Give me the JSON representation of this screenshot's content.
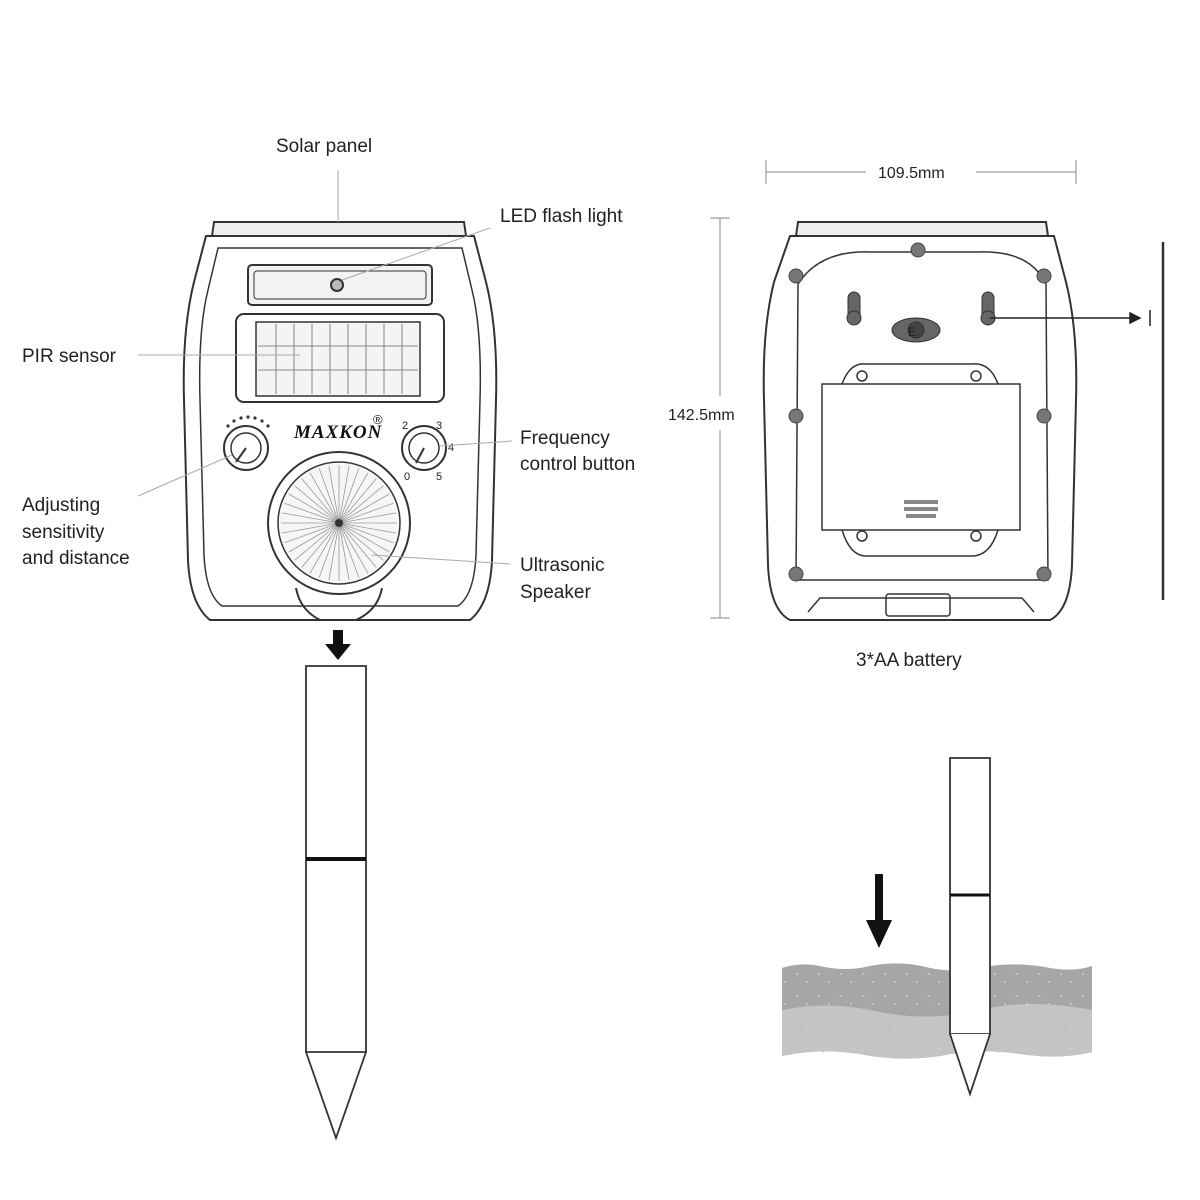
{
  "labels": {
    "solar_panel": "Solar panel",
    "led_flash_light": "LED flash light",
    "pir_sensor": "PIR sensor",
    "frequency_line1": "Frequency",
    "frequency_line2": "control button",
    "adjusting_line1": "Adjusting",
    "adjusting_line2": "sensitivity",
    "adjusting_line3": "and distance",
    "ultrasonic_line1": "Ultrasonic",
    "ultrasonic_line2": "Speaker",
    "battery": "3*AA battery"
  },
  "dimensions": {
    "width": "109.5mm",
    "height": "142.5mm"
  },
  "brand": {
    "name": "MAXKON",
    "registered_mark": "®"
  },
  "frequency_dial_marks": [
    "2",
    "3",
    "4",
    "5",
    "0"
  ]
}
